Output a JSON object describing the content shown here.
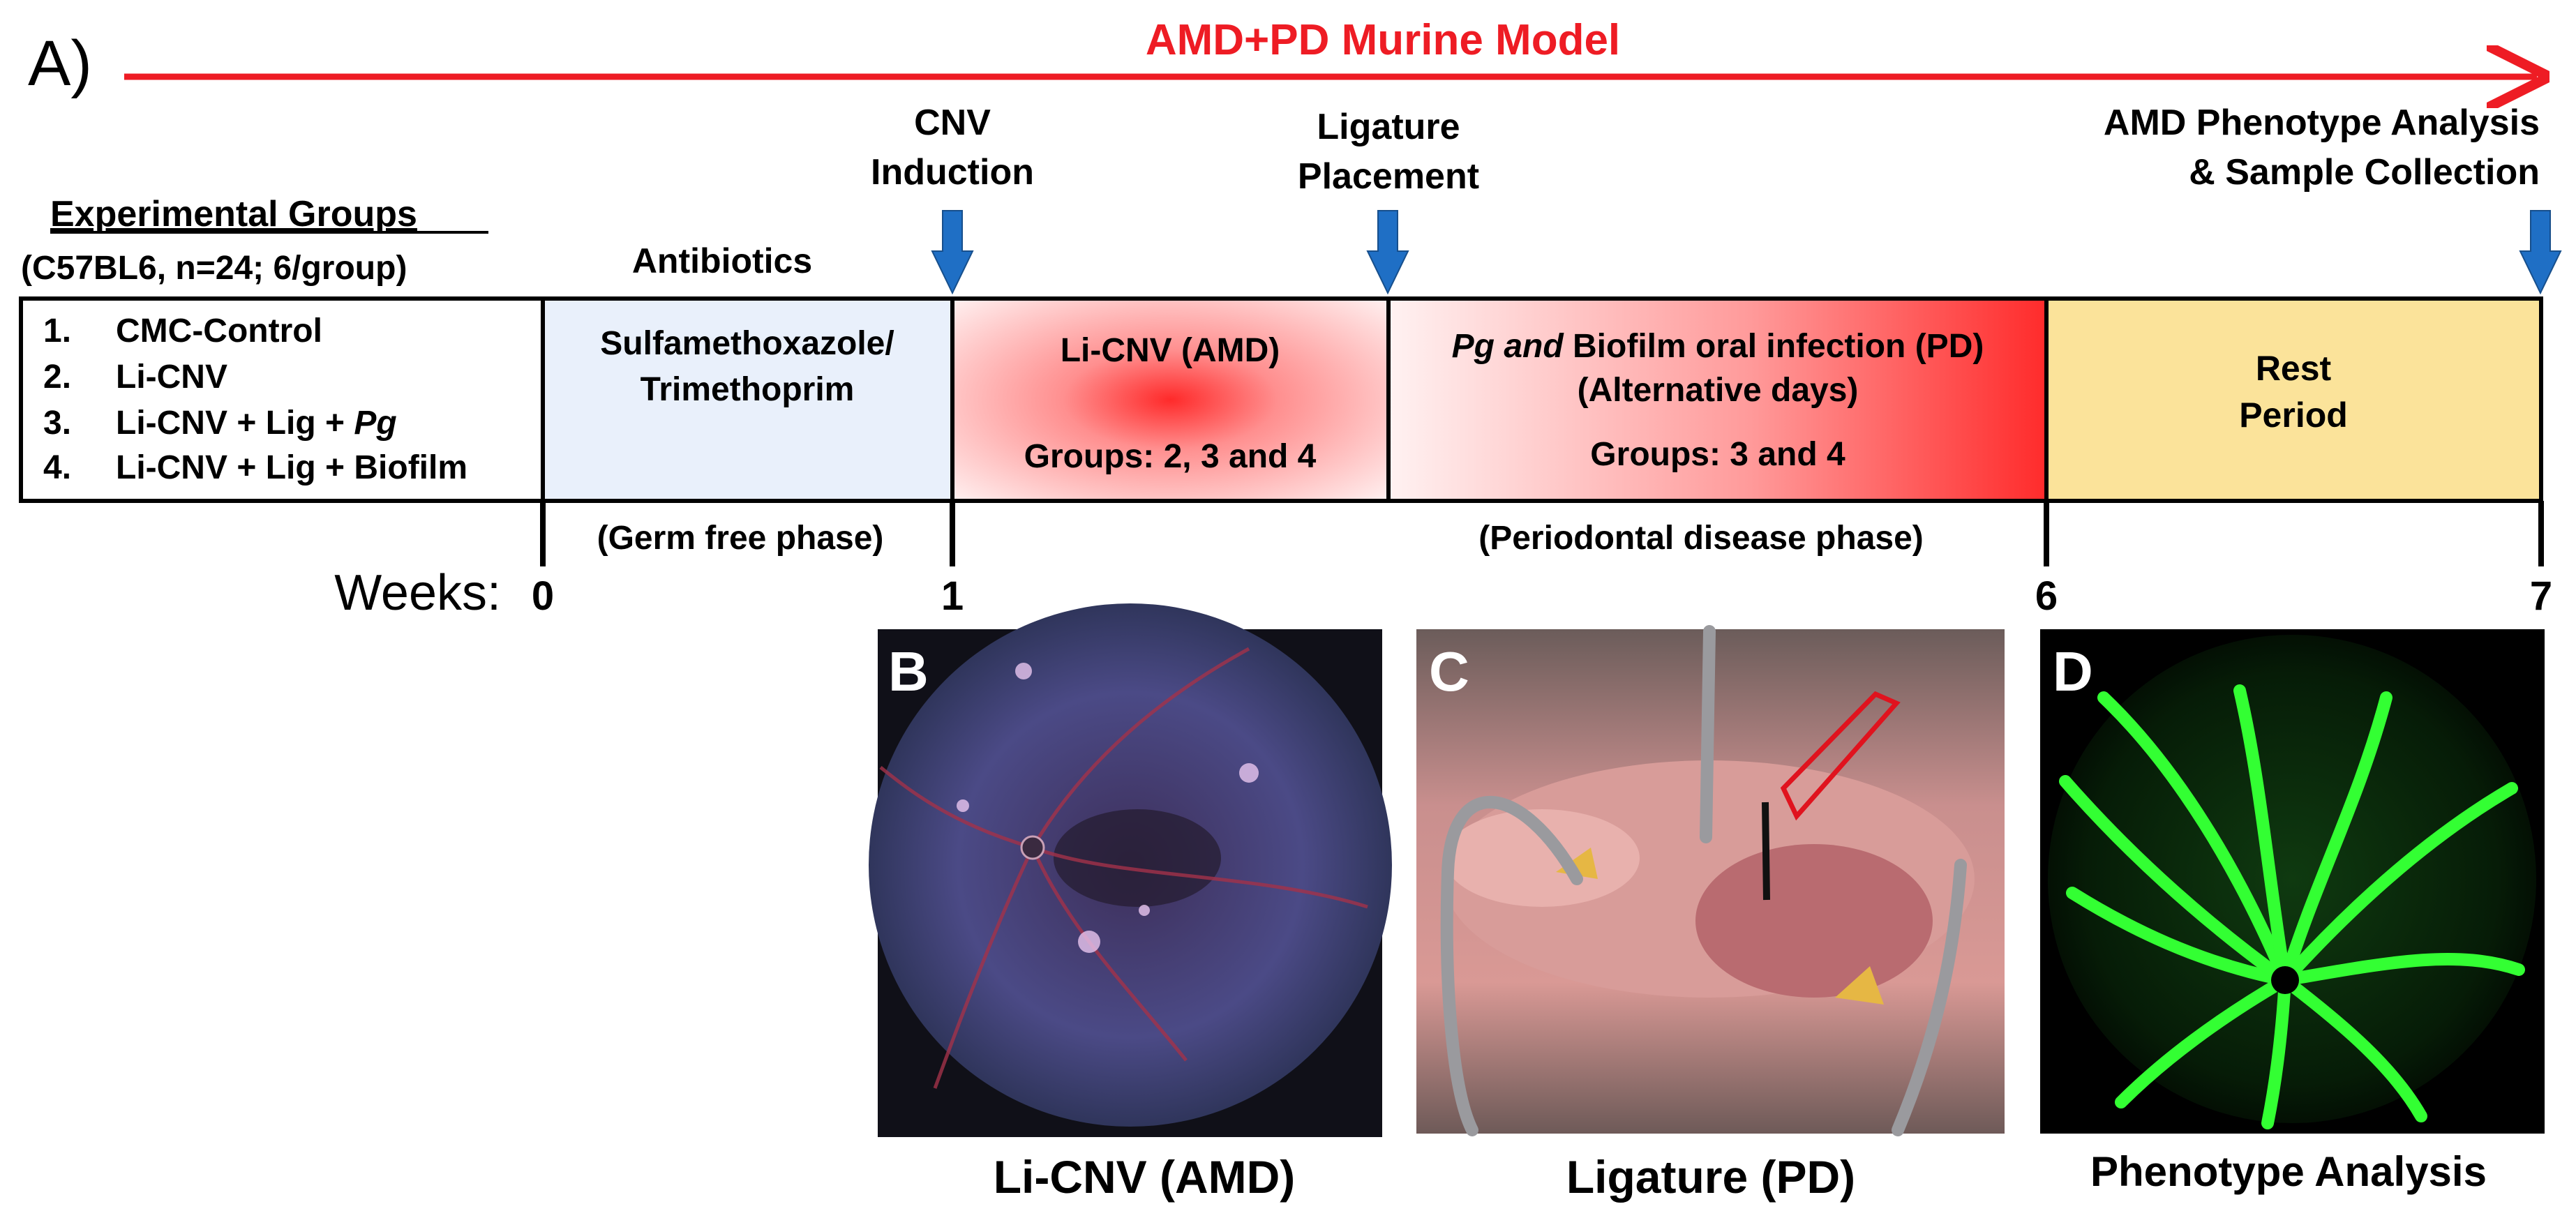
{
  "panel_a": {
    "label": "A)",
    "title": "AMD+PD Murine Model",
    "colors": {
      "title_red": "#ee1c24",
      "event_arrow_blue": "#1f6fc5",
      "germ_free_fill": "#e9f0fb",
      "rest_fill": "#fbe39a",
      "infection_red": "#ff3030"
    },
    "events": {
      "cnv_line1": "CNV",
      "cnv_line2": "Induction",
      "ligature_line1": "Ligature",
      "ligature_line2": "Placement",
      "amd_line1": "AMD Phenotype Analysis",
      "amd_line2": "& Sample Collection",
      "antibiotics": "Antibiotics"
    },
    "groups": {
      "heading": "Experimental Groups",
      "subheading": "(C57BL6, n=24; 6/group)",
      "items": [
        {
          "num": "1.",
          "text": "CMC-Control"
        },
        {
          "num": "2.",
          "text": "Li-CNV"
        },
        {
          "num": "3.",
          "text": "Li-CNV + Lig + ",
          "italic": "Pg"
        },
        {
          "num": "4.",
          "text": "Li-CNV + Lig + Biofilm"
        }
      ]
    },
    "phases": {
      "antibiotic_line1": "Sulfamethoxazole/",
      "antibiotic_line2": "Trimethoprim",
      "licnv_title": "Li-CNV (AMD)",
      "licnv_groups": "Groups: 2, 3 and 4",
      "infection_italic": "Pg and",
      "infection_title": " Biofilm oral infection (PD)",
      "infection_days": "(Alternative days)",
      "infection_groups": "Groups: 3 and 4",
      "rest_line1": "Rest",
      "rest_line2": "Period",
      "germ_free": "(Germ free phase)",
      "periodontal": "(Periodontal disease phase)"
    },
    "weeks": {
      "label": "Weeks:",
      "ticks": [
        "0",
        "1",
        "6",
        "7"
      ]
    }
  },
  "panels": {
    "b": {
      "letter": "B",
      "caption": "Li-CNV (AMD)"
    },
    "c": {
      "letter": "C",
      "caption": "Ligature (PD)"
    },
    "d": {
      "letter": "D",
      "caption": "Phenotype Analysis"
    }
  }
}
